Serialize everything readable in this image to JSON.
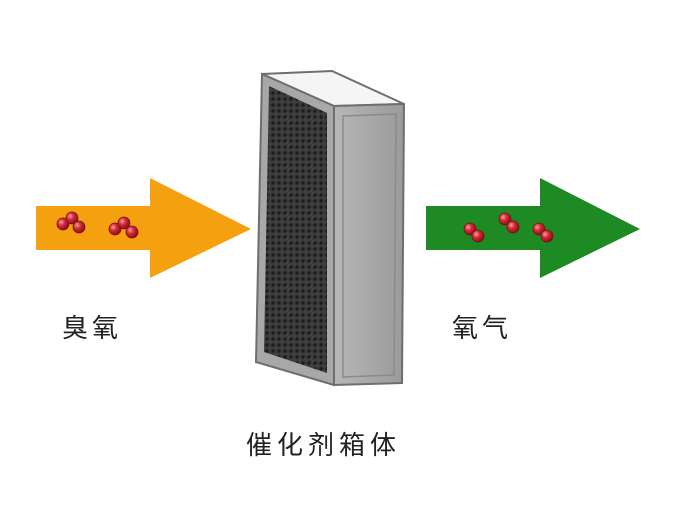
{
  "labels": {
    "input": "臭氧",
    "output": "氧气",
    "box": "催化剂箱体"
  },
  "colors": {
    "input_arrow": "#F5A00F",
    "output_arrow": "#1E8A23",
    "molecule": "#C8202C",
    "molecule_highlight": "#F08A8A",
    "frame": "#A0A0A0",
    "frame_dark": "#6E6E6E",
    "mesh": "#2E2E2E"
  },
  "molecules": {
    "input_count": 2,
    "input_atoms_each": 3,
    "output_count": 3,
    "output_atoms_each": 2
  }
}
